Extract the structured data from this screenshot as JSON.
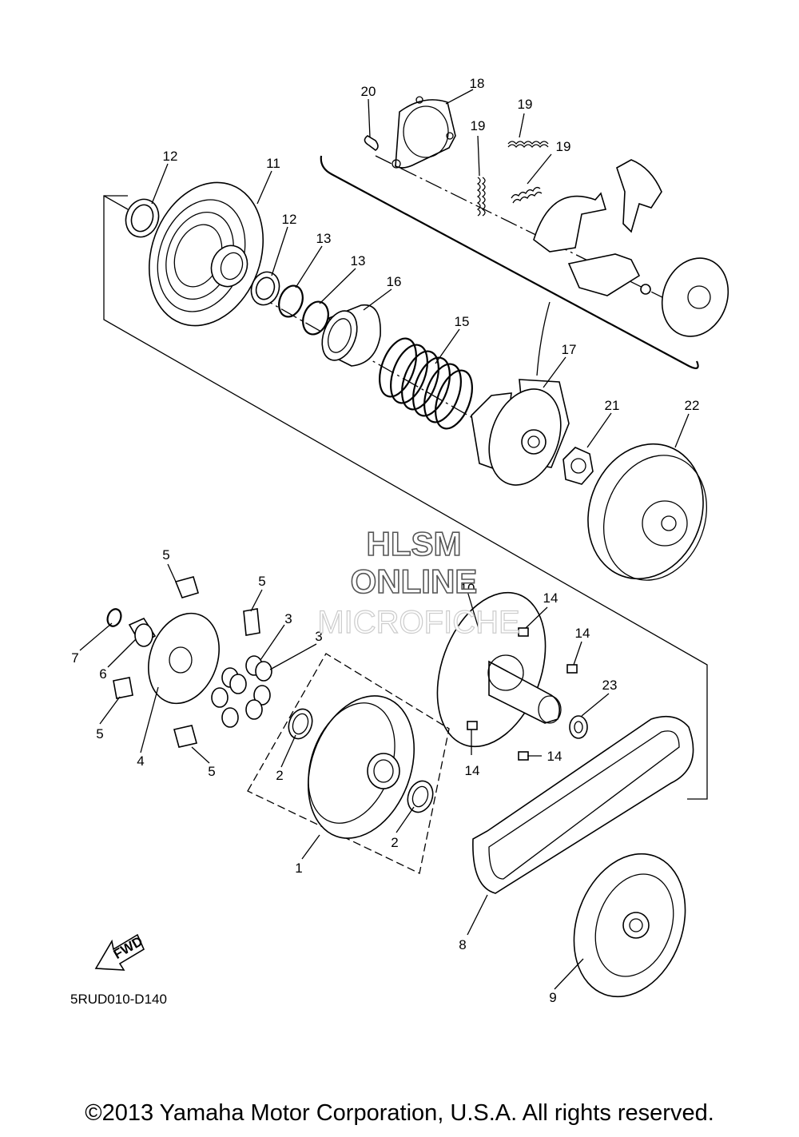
{
  "watermark": {
    "line1": "HLSM",
    "line2": "ONLINE",
    "line3": "MICROFICHE"
  },
  "diagram_code": "5RUD010-D140",
  "fwd_label": "FWD",
  "copyright": "©2013 Yamaha Motor Corporation, U.S.A. All rights reserved.",
  "callouts": {
    "c1": "1",
    "c2a": "2",
    "c2b": "2",
    "c3a": "3",
    "c3b": "3",
    "c4": "4",
    "c5a": "5",
    "c5b": "5",
    "c5c": "5",
    "c5d": "5",
    "c6": "6",
    "c7": "7",
    "c8": "8",
    "c9": "9",
    "c10": "10",
    "c11": "11",
    "c12a": "12",
    "c12b": "12",
    "c13a": "13",
    "c13b": "13",
    "c14a": "14",
    "c14b": "14",
    "c14c": "14",
    "c14d": "14",
    "c15": "15",
    "c16": "16",
    "c17": "17",
    "c18": "18",
    "c19a": "19",
    "c19b": "19",
    "c19c": "19",
    "c20": "20",
    "c21": "21",
    "c22": "22",
    "c23": "23"
  }
}
